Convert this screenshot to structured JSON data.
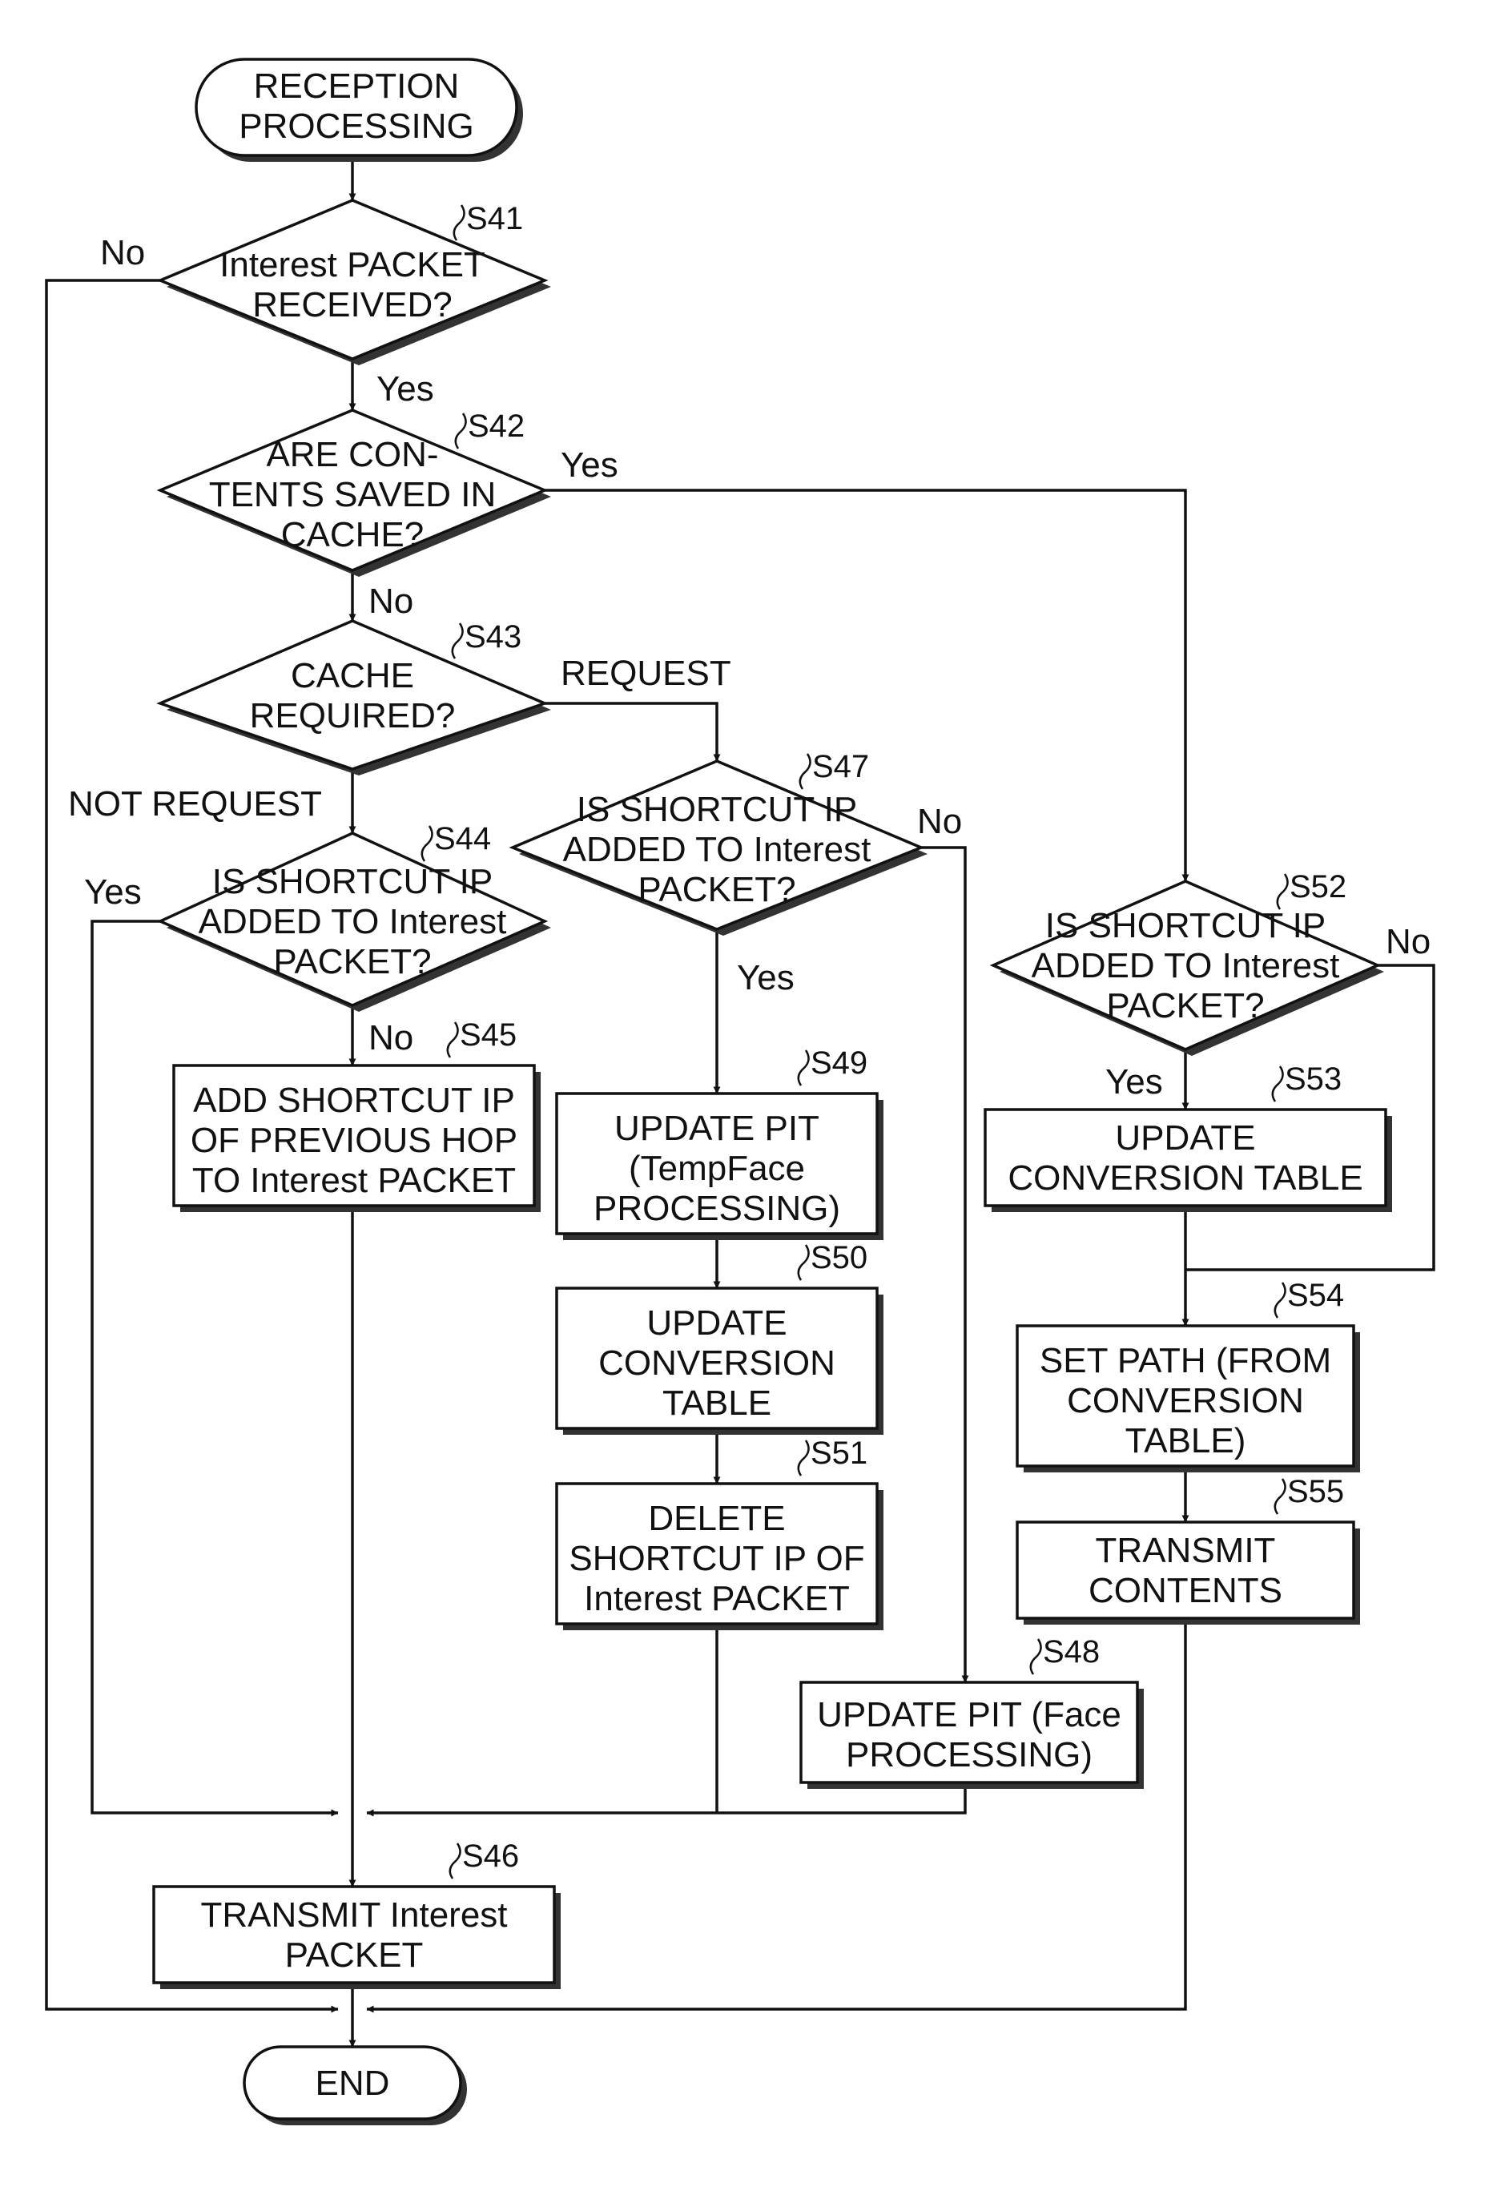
{
  "nodes": {
    "start": {
      "lines": [
        "RECEPTION",
        "PROCESSING"
      ]
    },
    "s41": {
      "step": "S41",
      "lines": [
        "Interest PACKET",
        "RECEIVED?"
      ]
    },
    "s42": {
      "step": "S42",
      "lines": [
        "ARE CON-",
        "TENTS SAVED IN",
        "CACHE?"
      ]
    },
    "s43": {
      "step": "S43",
      "lines": [
        "CACHE",
        "REQUIRED?"
      ]
    },
    "s44": {
      "step": "S44",
      "lines": [
        "IS SHORTCUT IP",
        "ADDED TO Interest",
        "PACKET?"
      ]
    },
    "s45": {
      "step": "S45",
      "lines": [
        "ADD SHORTCUT IP",
        "OF PREVIOUS HOP",
        "TO Interest PACKET"
      ]
    },
    "s46": {
      "step": "S46",
      "lines": [
        "TRANSMIT Interest",
        "PACKET"
      ]
    },
    "s47": {
      "step": "S47",
      "lines": [
        "IS SHORTCUT IP",
        "ADDED TO Interest",
        "PACKET?"
      ]
    },
    "s48": {
      "step": "S48",
      "lines": [
        "UPDATE PIT (Face",
        "PROCESSING)"
      ]
    },
    "s49": {
      "step": "S49",
      "lines": [
        "UPDATE PIT",
        "(TempFace",
        "PROCESSING)"
      ]
    },
    "s50": {
      "step": "S50",
      "lines": [
        "UPDATE",
        "CONVERSION",
        "TABLE"
      ]
    },
    "s51": {
      "step": "S51",
      "lines": [
        "DELETE",
        "SHORTCUT IP OF",
        "Interest PACKET"
      ]
    },
    "s52": {
      "step": "S52",
      "lines": [
        "IS SHORTCUT IP",
        "ADDED TO Interest",
        "PACKET?"
      ]
    },
    "s53": {
      "step": "S53",
      "lines": [
        "UPDATE",
        "CONVERSION TABLE"
      ]
    },
    "s54": {
      "step": "S54",
      "lines": [
        "SET PATH (FROM",
        "CONVERSION",
        "TABLE)"
      ]
    },
    "s55": {
      "step": "S55",
      "lines": [
        "TRANSMIT",
        "CONTENTS"
      ]
    },
    "end": {
      "lines": [
        "END"
      ]
    }
  },
  "edge_labels": {
    "s41_no": "No",
    "s41_yes": "Yes",
    "s42_yes": "Yes",
    "s42_no": "No",
    "s43_request": "REQUEST",
    "s43_not_request": "NOT REQUEST",
    "s44_yes": "Yes",
    "s44_no": "No",
    "s47_no": "No",
    "s47_yes": "Yes",
    "s52_no": "No",
    "s52_yes": "Yes"
  }
}
